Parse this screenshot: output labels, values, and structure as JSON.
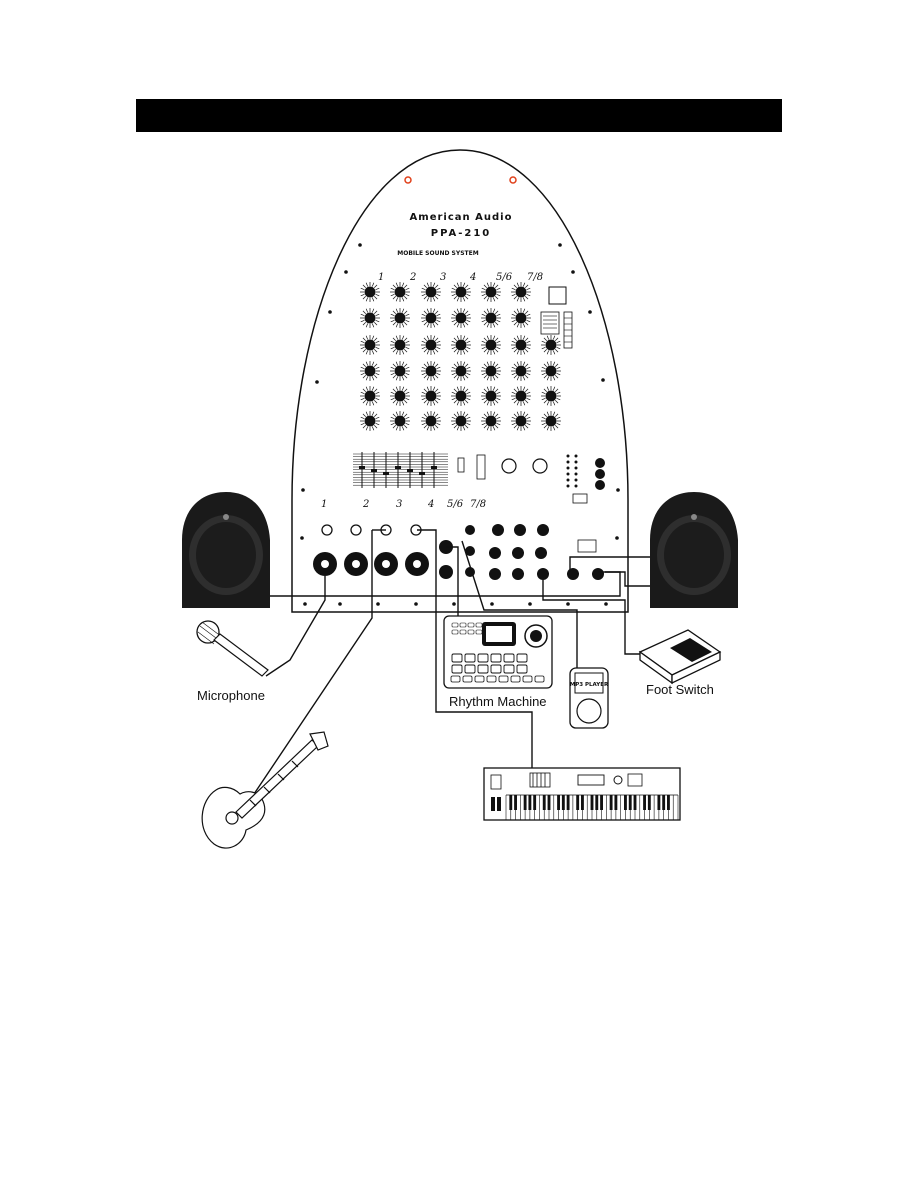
{
  "header": {
    "text": ""
  },
  "mixer": {
    "brand": "American Audio",
    "model": "PPA-210",
    "subtitle": "MOBILE SOUND SYSTEM",
    "channel_numbers": [
      "1",
      "2",
      "3",
      "4",
      "5/6",
      "7/8"
    ]
  },
  "devices": {
    "microphone": "Microphone",
    "rhythm_machine": "Rhythm Machine",
    "mp3_player": "MP3 PLAYER",
    "foot_switch": "Foot Switch"
  },
  "colors": {
    "indicator": "#e0401a",
    "outline": "#111111",
    "panel_bg": "#ffffff",
    "speaker": "#1a1a1a"
  }
}
